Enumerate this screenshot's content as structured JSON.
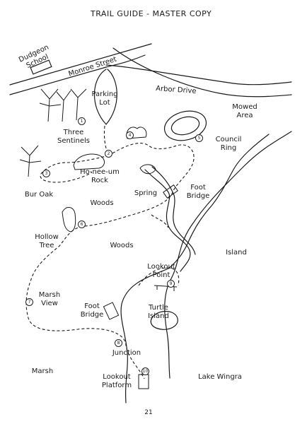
{
  "title": "TRAIL GUIDE - MASTER COPY",
  "page_number": "21",
  "streets": {
    "monroe": "Monroe Street",
    "arbor": "Arbor Drive"
  },
  "places": {
    "school_line1": "Dudgeon",
    "school_line2": "School",
    "parking_line1": "Parking",
    "parking_line2": "Lot",
    "mowed_line1": "Mowed",
    "mowed_line2": "Area",
    "council_line1": "Council",
    "council_line2": "Ring",
    "three_sentinels_line1": "Three",
    "three_sentinels_line2": "Sentinels",
    "honeeum_line1": "Ho-nee-um",
    "honeeum_line2": "Rock",
    "bur_oak": "Bur Oak",
    "spring": "Spring",
    "foot_bridge_top_line1": "Foot",
    "foot_bridge_top_line2": "Bridge",
    "woods_upper": "Woods",
    "hollow_tree_line1": "Hollow",
    "hollow_tree_line2": "Tree",
    "woods_lower": "Woods",
    "island": "Island",
    "lookout_point_line1": "Lookout",
    "lookout_point_line2": "Point",
    "marsh_view_line1": "Marsh",
    "marsh_view_line2": "View",
    "foot_bridge_bottom_line1": "Foot",
    "foot_bridge_bottom_line2": "Bridge",
    "turtle_island_line1": "Turtle",
    "turtle_island_line2": "Island",
    "junction": "Junction",
    "marsh": "Marsh",
    "lookout_platform_line1": "Lookout",
    "lookout_platform_line2": "Platform",
    "lake_wingra": "Lake Wingra"
  },
  "stops": [
    "1",
    "2",
    "3",
    "4",
    "5",
    "6",
    "7",
    "8",
    "9",
    "10"
  ],
  "colors": {
    "ink": "#1a1a1a",
    "paper": "#ffffff"
  },
  "icons": [
    "tree-icon",
    "shrub-icon",
    "rock-icon",
    "bridge-icon",
    "platform-icon",
    "bench-icon",
    "spring-icon"
  ]
}
